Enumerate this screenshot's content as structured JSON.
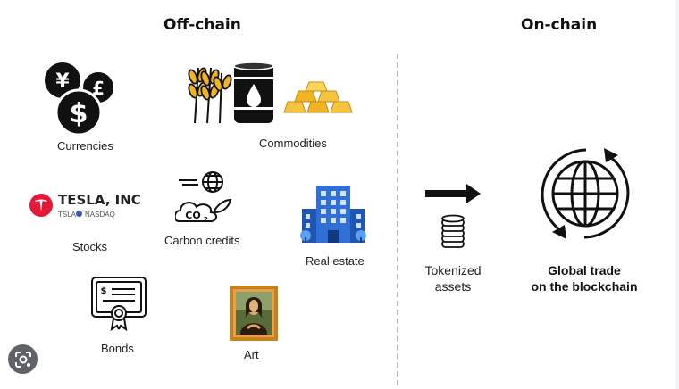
{
  "headings": {
    "offchain": "Off-chain",
    "onchain": "On-chain"
  },
  "labels": {
    "currencies": "Currencies",
    "commodities": "Commodities",
    "stocks": "Stocks",
    "carbon": "Carbon credits",
    "real_estate": "Real estate",
    "bonds": "Bonds",
    "art": "Art",
    "tokenized_line1": "Tokenized",
    "tokenized_line2": "assets",
    "global_line1": "Global trade",
    "global_line2": "on the blockchain"
  },
  "tesla": {
    "name": "TESLA, INC",
    "ticker": "TSLA",
    "exchange": "NASDAQ"
  },
  "icons": {
    "currencies": "currency-coins-icon",
    "commodities": "wheat-oil-gold-icon",
    "carbon": "carbon-credits-icon",
    "real_estate": "building-icon",
    "bonds": "bond-certificate-icon",
    "art": "mona-lisa-painting-icon",
    "arrow": "arrow-right-icon",
    "tokens": "coin-stack-icon",
    "global": "globe-cycle-icon",
    "lens": "lens-icon"
  },
  "colors": {
    "tesla_red": "#e31937",
    "gold": "#f0b323",
    "building_blue": "#2f6fd6",
    "art_frame": "#c8801e"
  }
}
